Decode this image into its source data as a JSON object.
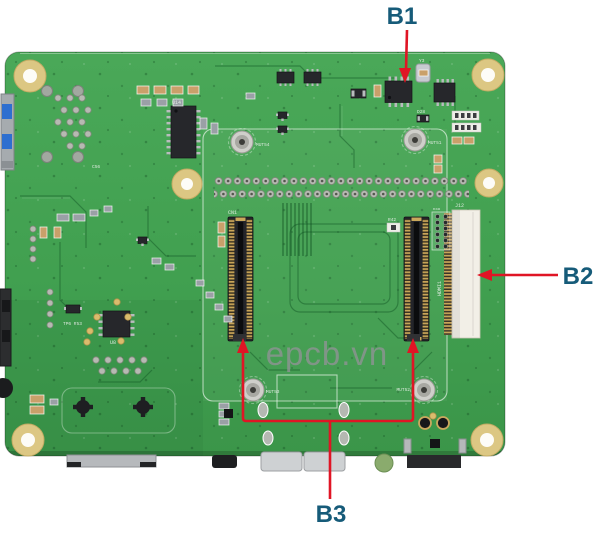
{
  "figure": {
    "watermark": "epcb.vn",
    "annotations": {
      "b1": "B1",
      "b2": "B2",
      "b3": "B3"
    },
    "colors": {
      "board_green": "#41a050",
      "pad_gold": "#dcc783",
      "arrow_red": "#e01525",
      "label_navy": "#165b79",
      "watermark_gray": "#8f9494"
    },
    "silkscreen": {
      "cn1": "CN1",
      "j12": "J12",
      "u14": "U14",
      "u8": "U8",
      "r42": "R42",
      "r48": "R48",
      "hdmi1": "HDMI1",
      "y3": "Y3",
      "d28": "D28",
      "c56": "C56",
      "mut54": "MUT54",
      "mut51": "MUT51",
      "mut53": "MUT53",
      "mut52": "MUT52",
      "tp": "TP6 R53"
    }
  }
}
